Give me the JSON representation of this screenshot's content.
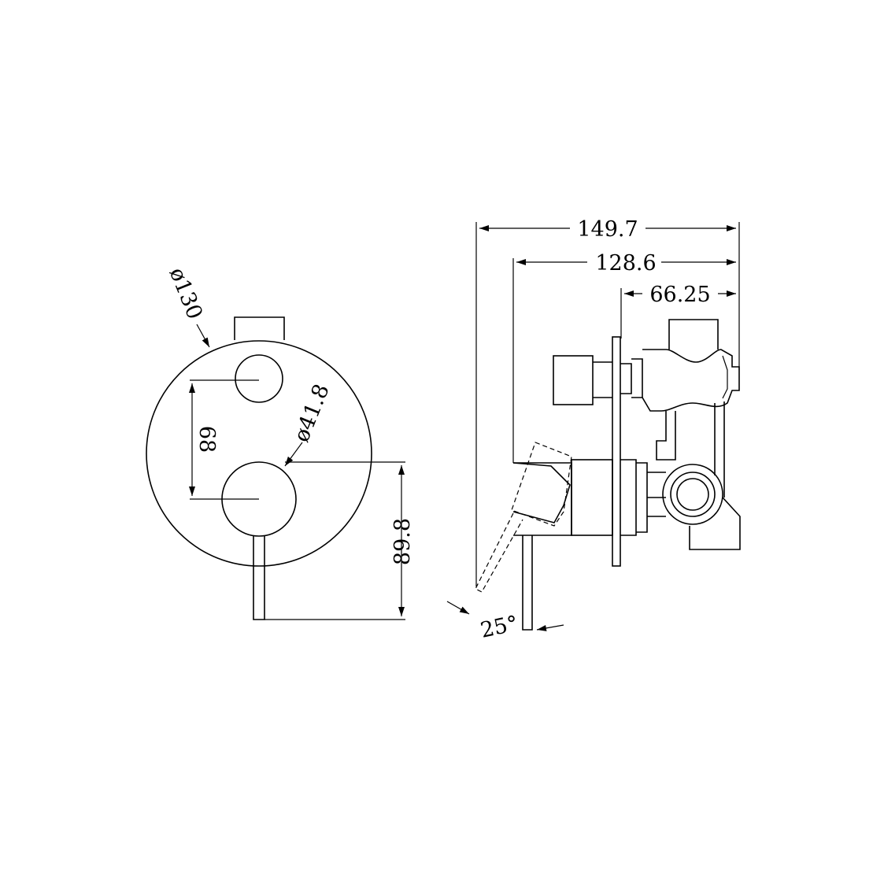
{
  "front_view": {
    "diameter_plate": "ø130",
    "diameter_handle": "ø41.8",
    "center_distance": "68",
    "lever_height": "89.8"
  },
  "side_view": {
    "overall_depth": "149.7",
    "body_depth": "128.6",
    "valve_depth": "66.25",
    "lever_angle": "25°"
  },
  "colors": {
    "line": "#000000",
    "background": "#ffffff"
  }
}
